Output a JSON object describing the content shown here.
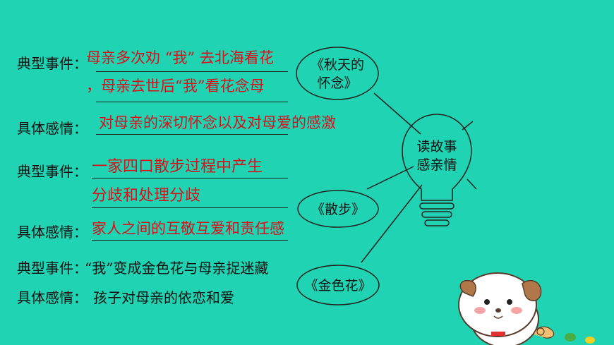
{
  "rows": [
    {
      "label": "典型事件：",
      "value": "母亲多次劝 “我” 去北海看花"
    },
    {
      "value": "，母亲去世后“我”看花念母"
    },
    {
      "label": "具体感情：",
      "value": "对母亲的深切怀念以及对母爱的感激"
    },
    {
      "label": "典型事件：",
      "value": "一家四口散步过程中产生"
    },
    {
      "value": "分歧和处理分歧"
    },
    {
      "label": "具体感情：",
      "value": "家人之间的互敬互爱和责任感"
    },
    {
      "label": "典型事件：",
      "value": "“我”变成金色花与母亲捉迷藏"
    },
    {
      "label": "具体感情：",
      "value": "孩子对母亲的依恋和爱"
    }
  ],
  "bubbles": {
    "autumn": [
      "《秋天的",
      "怀念》"
    ],
    "walk": "《散步》",
    "golden": "《金色花》",
    "bulb": [
      "读故事",
      "感亲情"
    ]
  },
  "colors": {
    "background": "#20d3b2",
    "answer": "#d6121a",
    "text": "#111111"
  }
}
